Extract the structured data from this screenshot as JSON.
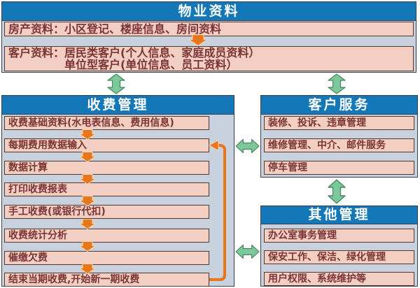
{
  "colors": {
    "header_blue": "#1478b8",
    "panel_bg": "#c8d2de",
    "box_pink": "#f2cfc2",
    "box_border": "#54382f",
    "text_dark": "#7b3434",
    "green": "#7cc89b",
    "green_border": "#48875f",
    "orange": "#e8771c",
    "orange_outline": "#f6d7b4"
  },
  "top_panel": {
    "title": "物业资料",
    "row1": "房产资料：小区登记、楼座信息、房间资料",
    "row2_label": "客户资料：",
    "row2_lines": [
      "居民类客户(个人信息、家庭成员资料）",
      "单位型客户(单位信息、员工资料）"
    ]
  },
  "fee_panel": {
    "title": "收费管理",
    "steps": [
      "收费基础资料(水电表信息、费用信息)",
      "每期费用数据输入",
      "数据计算",
      "打印收费报表",
      "手工收费(或银行代扣)",
      "收费统计分析",
      "催缴欠费",
      "结束当期收费,开始新一期收费"
    ]
  },
  "service_panel": {
    "title": "客户服务",
    "items": [
      "装修、投诉、违章管理",
      "维修管理、中介、邮件服务",
      "停车管理"
    ]
  },
  "other_panel": {
    "title": "其他管理",
    "items": [
      "办公室事务管理",
      "保安工作、保洁、绿化管理",
      "用户权限、系统维护等"
    ]
  }
}
